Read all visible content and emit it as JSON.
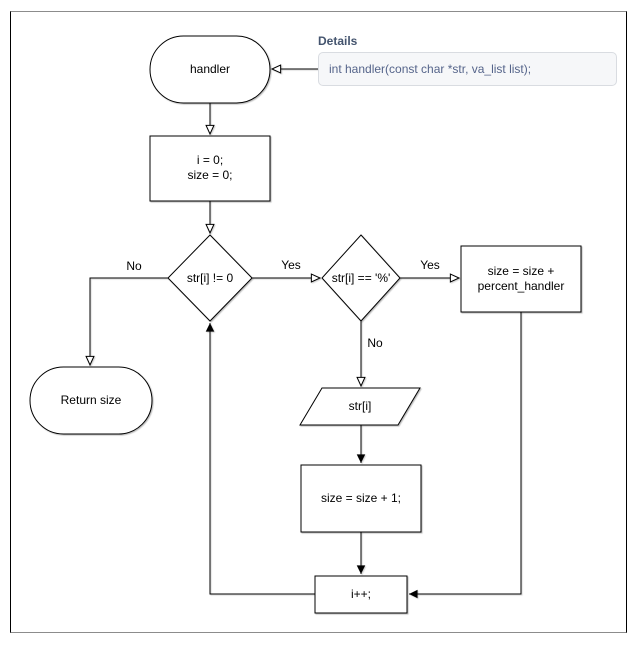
{
  "details": {
    "title": "Details",
    "code": "int handler(const char *str, va_list list);"
  },
  "nodes": {
    "handler": "handler",
    "init": "i = 0;\nsize = 0;",
    "cond_loop": "str[i] != 0",
    "cond_percent": "str[i] == '%'",
    "percent_handler": "size = size +\npercent_handler",
    "return_size": "Return size",
    "io_char": "str[i]",
    "inc_size": "size = size + 1;",
    "inc_i": "i++;"
  },
  "edge_labels": {
    "no_loop": "No",
    "yes_loop": "Yes",
    "yes_percent": "Yes",
    "no_percent": "No"
  },
  "colors": {
    "stroke": "#000000",
    "details_title": "#44546e",
    "details_text": "#55648a",
    "details_bg": "#f6f7f9",
    "details_border": "#d9dce1"
  }
}
